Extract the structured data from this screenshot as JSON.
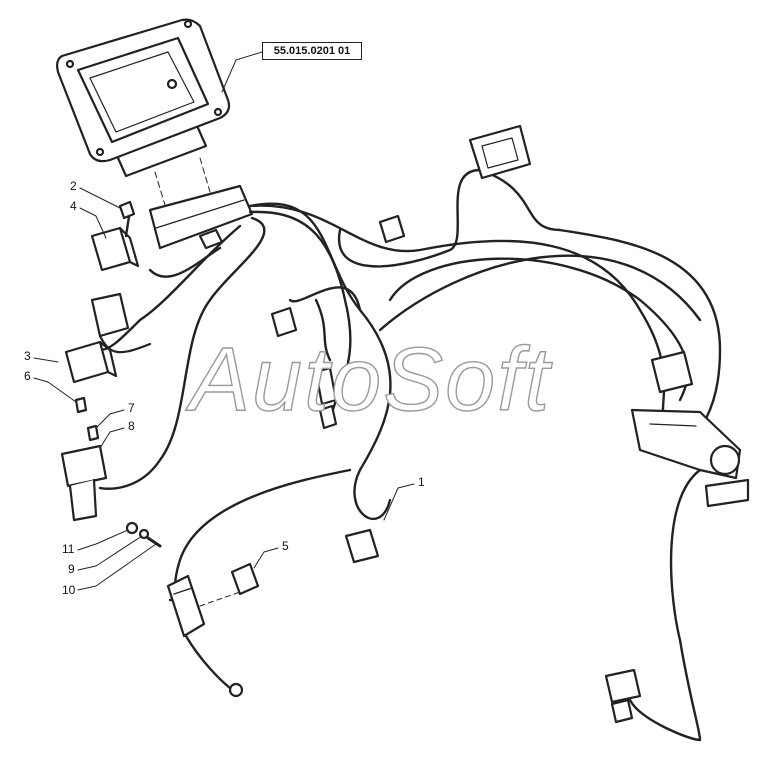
{
  "reference_label": "55.015.0201 01",
  "watermark": "AutoSoft",
  "callouts": [
    "1",
    "2",
    "3",
    "4",
    "5",
    "6",
    "7",
    "8",
    "9",
    "10",
    "11"
  ]
}
